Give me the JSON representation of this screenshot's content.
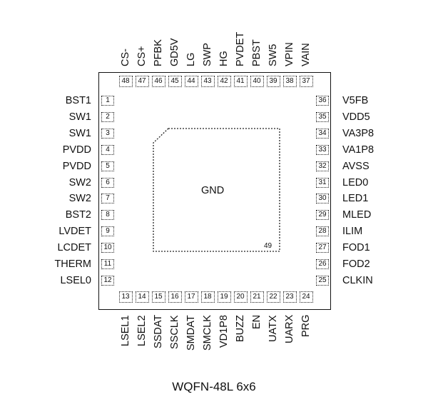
{
  "package": {
    "caption": "WQFN-48L 6x6",
    "exposed_pad": {
      "label": "GND",
      "number": "49"
    },
    "left_pins": [
      {
        "num": "1",
        "name": "BST1"
      },
      {
        "num": "2",
        "name": "SW1"
      },
      {
        "num": "3",
        "name": "SW1"
      },
      {
        "num": "4",
        "name": "PVDD"
      },
      {
        "num": "5",
        "name": "PVDD"
      },
      {
        "num": "6",
        "name": "SW2"
      },
      {
        "num": "7",
        "name": "SW2"
      },
      {
        "num": "8",
        "name": "BST2"
      },
      {
        "num": "9",
        "name": "LVDET"
      },
      {
        "num": "10",
        "name": "LCDET"
      },
      {
        "num": "11",
        "name": "THERM"
      },
      {
        "num": "12",
        "name": "LSEL0"
      }
    ],
    "bottom_pins": [
      {
        "num": "13",
        "name": "LSEL1"
      },
      {
        "num": "14",
        "name": "LSEL2"
      },
      {
        "num": "15",
        "name": "SSDAT"
      },
      {
        "num": "16",
        "name": "SSCLK"
      },
      {
        "num": "17",
        "name": "SMDAT"
      },
      {
        "num": "18",
        "name": "SMCLK"
      },
      {
        "num": "19",
        "name": "VD1P8"
      },
      {
        "num": "20",
        "name": "BUZZ"
      },
      {
        "num": "21",
        "name": "EN"
      },
      {
        "num": "22",
        "name": "UATX"
      },
      {
        "num": "23",
        "name": "UARX"
      },
      {
        "num": "24",
        "name": "PRG"
      }
    ],
    "right_pins": [
      {
        "num": "36",
        "name": "V5FB"
      },
      {
        "num": "35",
        "name": "VDD5"
      },
      {
        "num": "34",
        "name": "VA3P8"
      },
      {
        "num": "33",
        "name": "VA1P8"
      },
      {
        "num": "32",
        "name": "AVSS"
      },
      {
        "num": "31",
        "name": "LED0"
      },
      {
        "num": "30",
        "name": "LED1"
      },
      {
        "num": "29",
        "name": "MLED"
      },
      {
        "num": "28",
        "name": "ILIM"
      },
      {
        "num": "27",
        "name": "FOD1"
      },
      {
        "num": "26",
        "name": "FOD2"
      },
      {
        "num": "25",
        "name": "CLKIN"
      }
    ],
    "top_pins": [
      {
        "num": "48",
        "name": "CS-"
      },
      {
        "num": "47",
        "name": "CS+"
      },
      {
        "num": "46",
        "name": "PFBK"
      },
      {
        "num": "45",
        "name": "GD5V"
      },
      {
        "num": "44",
        "name": "LG"
      },
      {
        "num": "43",
        "name": "SWP"
      },
      {
        "num": "42",
        "name": "HG"
      },
      {
        "num": "41",
        "name": "PVDET"
      },
      {
        "num": "40",
        "name": "PBST"
      },
      {
        "num": "39",
        "name": "SW5"
      },
      {
        "num": "38",
        "name": "VPIN"
      },
      {
        "num": "37",
        "name": "VAIN"
      }
    ]
  }
}
